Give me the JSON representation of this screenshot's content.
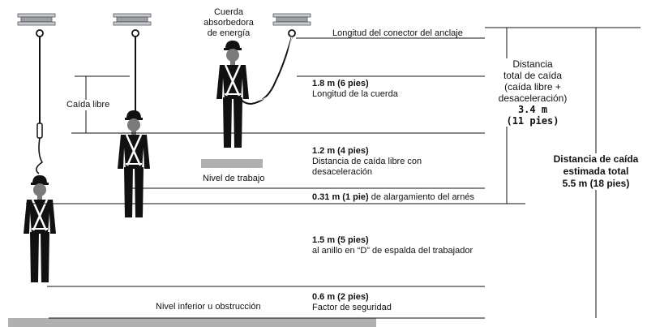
{
  "labels": {
    "energy_lanyard": [
      "Cuerda",
      "absorbedora",
      "de energía"
    ],
    "anchor_connector": "Longitud del conector del anclaje",
    "free_fall": "Caída libre",
    "work_level": "Nivel de trabajo",
    "lower_level": "Nivel inferior u obstrucción"
  },
  "segments": {
    "lanyard_length": {
      "value": "1.8 m (6 pies)",
      "desc": "Longitud de la cuerda"
    },
    "decel": {
      "value": "1.2 m (4 pies)",
      "desc": [
        "Distancia de caída libre con",
        "desaceleración"
      ]
    },
    "harness": {
      "value": "0.31 m (1 pie)",
      "desc": "de alargamiento del arnés"
    },
    "dring": {
      "value": "1.5 m (5 pies)",
      "desc": "al anillo en “D” de espalda del trabajador"
    },
    "safety": {
      "value": "0.6 m (2 pies)",
      "desc": "Factor de seguridad"
    }
  },
  "total_fall": {
    "lines": [
      "Distancia",
      "total de caída",
      "(caída libre +",
      "desaceleración)"
    ],
    "value": [
      "3.4 m",
      "(11 pies)"
    ]
  },
  "estimated_total": {
    "lines": [
      "Distancia de caída",
      "estimada total"
    ],
    "value": "5.5 m (18 pies)"
  },
  "colors": {
    "line": "#111111",
    "figure": "#111111",
    "beam": "#aeb4b8",
    "floor": "#b0b0b0"
  }
}
